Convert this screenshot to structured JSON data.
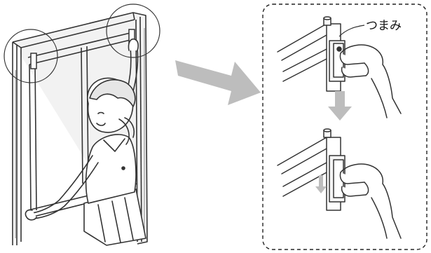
{
  "labels": {
    "knob": "つまみ"
  },
  "icons": {
    "main_arrow": "big-right-arrow",
    "step_arrow": "down-arrow",
    "slide_arrow": "small-down-arrow"
  },
  "colors": {
    "line": "#333333",
    "frame_fill": "#e6e6e6",
    "arrow_gray": "#bdbdbd",
    "dashed_border": "#222222"
  }
}
